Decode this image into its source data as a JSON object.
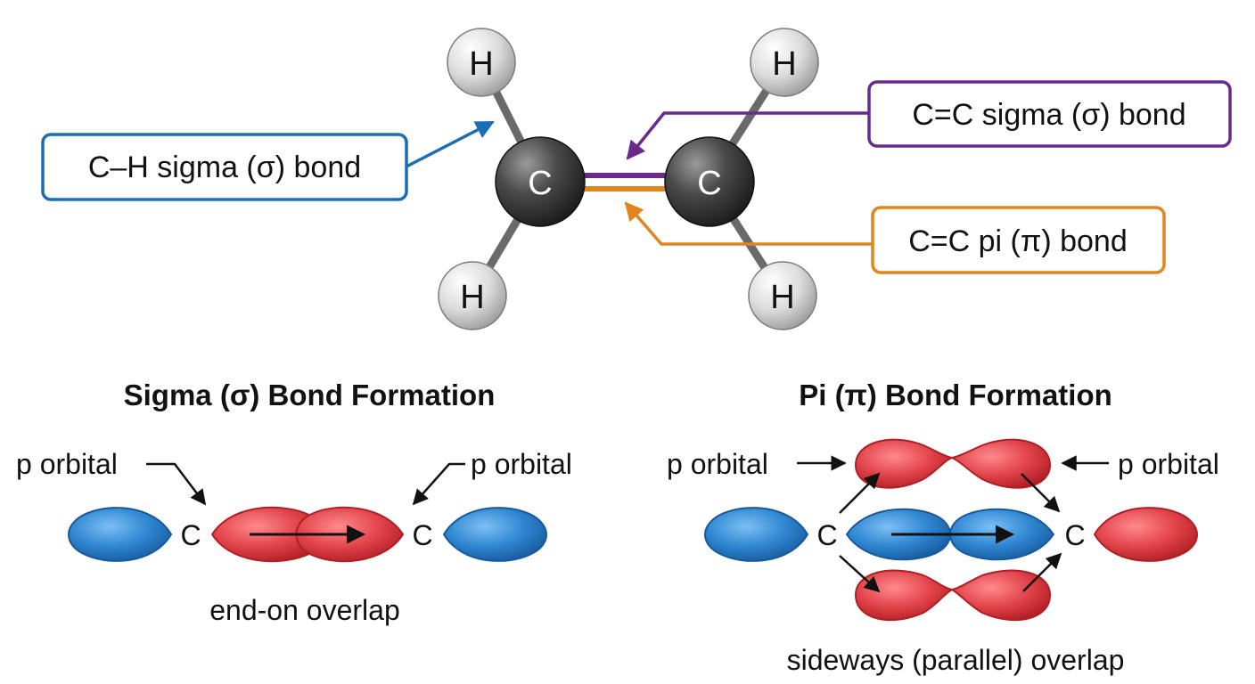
{
  "molecule": {
    "atoms": {
      "carbon_left": "C",
      "carbon_right": "C",
      "hydrogen_top_left": "H",
      "hydrogen_bottom_left": "H",
      "hydrogen_top_right": "H",
      "hydrogen_bottom_right": "H"
    },
    "callouts": {
      "ch_sigma": {
        "label": "C–H sigma (σ) bond",
        "color": "#1a6fb4"
      },
      "cc_sigma": {
        "label": "C=C sigma (σ) bond",
        "color": "#6a2a8c"
      },
      "cc_pi": {
        "label": "C=C pi (π) bond",
        "color": "#e0861c"
      }
    }
  },
  "sigma_panel": {
    "title": "Sigma (σ) Bond Formation",
    "left_orbital_label": "p orbital",
    "right_orbital_label": "p orbital",
    "left_carbon": "C",
    "right_carbon": "C",
    "caption": "end-on overlap"
  },
  "pi_panel": {
    "title": "Pi (π) Bond Formation",
    "left_orbital_label": "p orbital",
    "right_orbital_label": "p orbital",
    "left_carbon": "C",
    "right_carbon": "C",
    "caption": "sideways (parallel) overlap"
  },
  "colors": {
    "lobe_red": "#d9363c",
    "lobe_blue": "#2e78c4",
    "carbon_atom": "#3a3a3a",
    "hydrogen_atom": "#d9d9d9"
  }
}
